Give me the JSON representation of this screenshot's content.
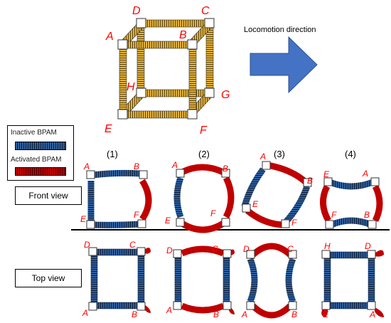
{
  "cube": {
    "vertex_labels": [
      "A",
      "B",
      "C",
      "D",
      "E",
      "F",
      "G",
      "H"
    ]
  },
  "locomotion_label": "Locomotion direction",
  "legend": {
    "inactive_label": "Inactive BPAM",
    "activated_label": "Activated BPAM",
    "inactive_color": "#1f4e8c",
    "activated_color": "#c00000"
  },
  "views": {
    "front_label": "Front view",
    "top_label": "Top view"
  },
  "steps": [
    "(1)",
    "(2)",
    "(3)",
    "(4)"
  ],
  "front_labels": [
    [
      "A",
      "B",
      "E",
      "F"
    ],
    [
      "A",
      "B",
      "E",
      "F"
    ],
    [
      "A",
      "B",
      "E",
      "F"
    ],
    [
      "E",
      "A",
      "F",
      "B"
    ]
  ],
  "top_labels": [
    [
      "D",
      "C",
      "A",
      "B"
    ],
    [
      "D",
      "C",
      "A",
      "B"
    ],
    [
      "D",
      "C",
      "A",
      "B"
    ],
    [
      "H",
      "D",
      "E",
      "A"
    ]
  ],
  "colors": {
    "cube_yellow": "#e6b43c",
    "arrow_blue": "#4472c4",
    "label_red": "#ff0000"
  }
}
